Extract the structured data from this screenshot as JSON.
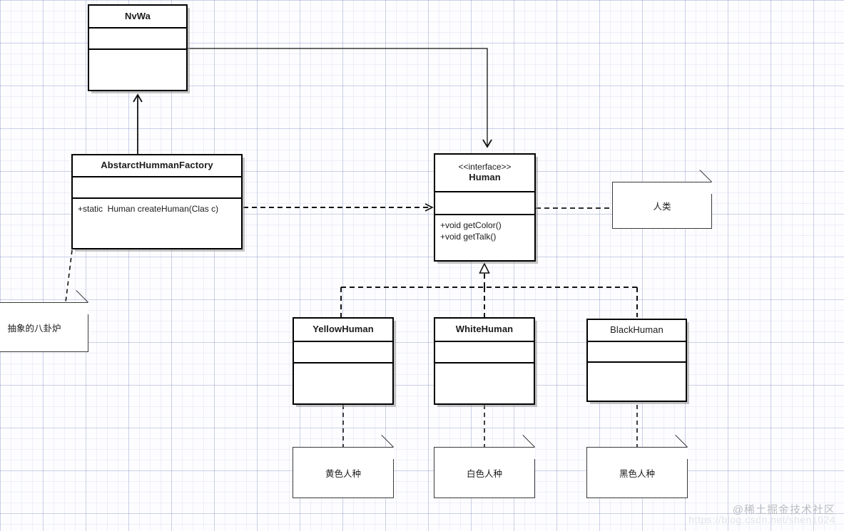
{
  "diagram": {
    "type": "uml-class-diagram",
    "background": "#fdfdff",
    "line_color": "#000000"
  },
  "classes": {
    "nvwa": {
      "name": "NvWa",
      "stereotype": "",
      "attributes": [],
      "operations": []
    },
    "factory": {
      "name": "AbstarctHummanFactory",
      "stereotype": "",
      "attributes": [],
      "operations": [
        "+static  Human createHuman(Clas c)"
      ]
    },
    "human": {
      "name": "Human",
      "stereotype": "<<interface>>",
      "attributes": [],
      "operations": [
        "+void getColor()",
        "+void getTalk()"
      ]
    },
    "yellow": {
      "name": "YellowHuman",
      "stereotype": "",
      "attributes": [],
      "operations": []
    },
    "white": {
      "name": "WhiteHuman",
      "stereotype": "",
      "attributes": [],
      "operations": []
    },
    "black": {
      "name": "BlackHuman",
      "stereotype": "",
      "attributes": [],
      "operations": []
    }
  },
  "notes": {
    "bagualu": "抽象的八卦炉",
    "renlei": "人类",
    "yellow_race": "黄色人种",
    "white_race": "白色人种",
    "black_race": "黑色人种"
  },
  "watermark": {
    "handle": "@稀土掘金技术社区",
    "url": "https://blog.csdn.net/shen1024"
  }
}
